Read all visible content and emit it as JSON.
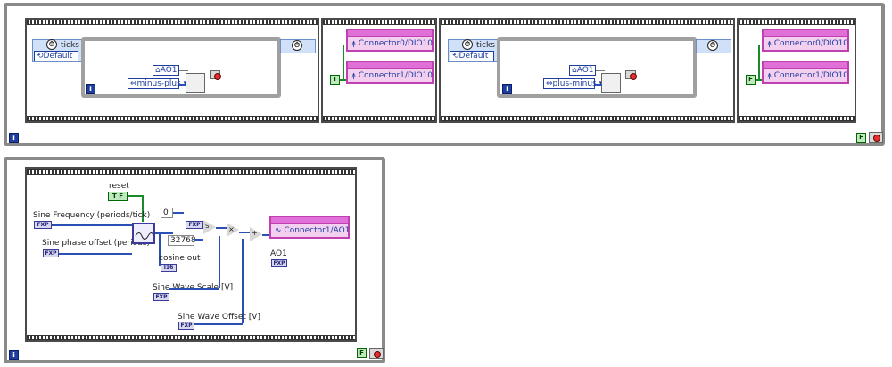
{
  "top": {
    "iter_label": "i",
    "timed_blocks": [
      {
        "ticks_label": "ticks",
        "default_label": "Default",
        "ring_value": "minus-plus",
        "ao_ref": "AO1"
      },
      {
        "ticks_label": "ticks",
        "default_label": "Default",
        "ring_value": "plus-minus",
        "ao_ref": "AO1"
      }
    ],
    "io_frames": [
      {
        "bool": "T",
        "nodes": [
          "Connector0/DIO10",
          "Connector1/DIO10"
        ]
      },
      {
        "bool": "F",
        "nodes": [
          "Connector0/DIO10",
          "Connector1/DIO10"
        ]
      }
    ],
    "stop_bool": "F"
  },
  "bottom": {
    "iter_label": "i",
    "reset_label": "reset",
    "reset_const": "T F",
    "freq_label": "Sine Frequency (periods/tick)",
    "phase_label": "Sine phase offset (periods)",
    "cosine_label": "cosine out",
    "cosine_type": "I16",
    "const_zero": "0",
    "const_32768": "32768",
    "fxp_label": "FXP",
    "scale_label": "Sine Wave Scale [V]",
    "offset_label": "Sine Wave Offset [V]",
    "ao_node": "Connector1/AO1",
    "ao_label": "AO1",
    "stop_bool": "F"
  },
  "colors": {
    "wire_fxp": "#2a4fb5",
    "wire_bool": "#1a8a2a",
    "io_node": "#c040b0"
  }
}
